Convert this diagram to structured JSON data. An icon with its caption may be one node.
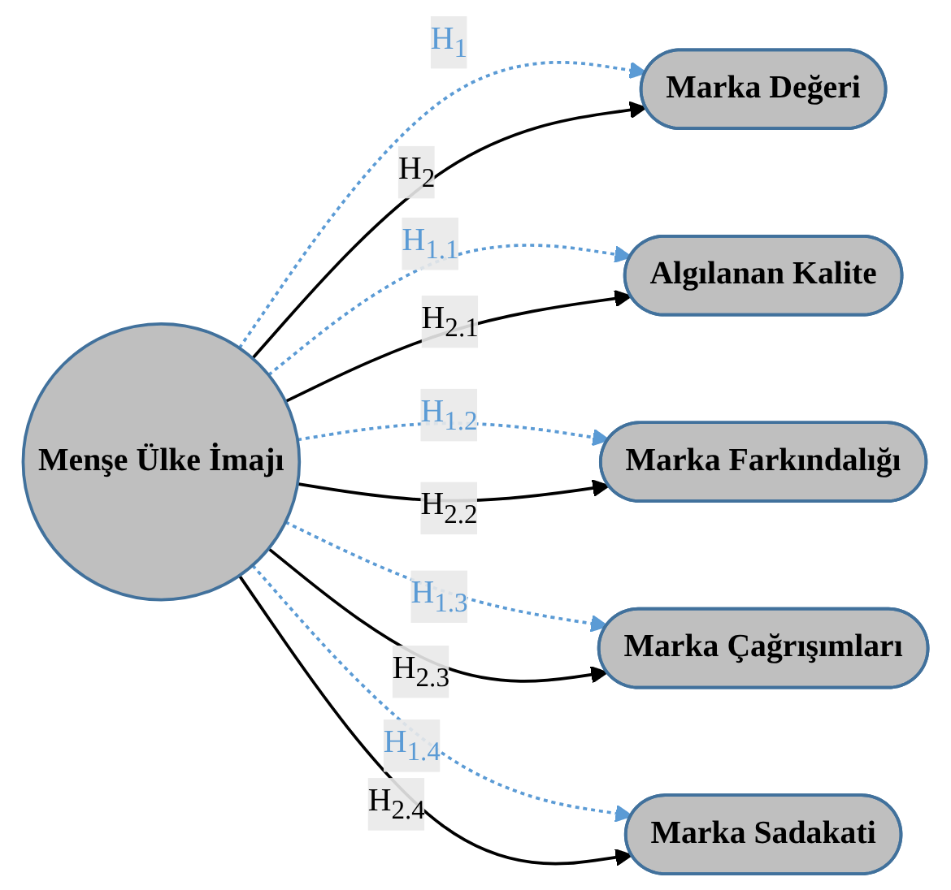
{
  "diagram": {
    "nodes": [
      {
        "text": [
          "Menşe Ülke İmajı"
        ]
      },
      {
        "text": [
          "Marka Değeri"
        ]
      },
      {
        "text": [
          "Algılanan Kalite"
        ]
      },
      {
        "text": [
          "Marka Farkındalığı"
        ]
      },
      {
        "text": [
          "Marka Çağrışımları"
        ]
      },
      {
        "text": [
          "Marka Sadakati"
        ]
      }
    ],
    "edges": [
      {
        "from": 0,
        "to": 1,
        "arrow": "to",
        "label": "H$_{1}$",
        "style": "dashed",
        "color": "#5b9bd5"
      },
      {
        "from": 0,
        "to": 1,
        "arrow": "to",
        "label": "H$_{2}$",
        "color": "#000000"
      },
      {
        "from": 0,
        "to": 2,
        "arrow": "to",
        "label": "H$_{1.1}$",
        "style": "dashed",
        "color": "#5b9bd5"
      },
      {
        "from": 0,
        "to": 2,
        "arrow": "to",
        "label": "H$_{2.1}$",
        "color": "#000000"
      },
      {
        "from": 0,
        "to": 3,
        "arrow": "to",
        "label": "H$_{1.2}$",
        "style": "dashed",
        "color": "#5b9bd5"
      },
      {
        "from": 0,
        "to": 3,
        "arrow": "to",
        "label": "H$_{2.2}$",
        "color": "#000000"
      },
      {
        "from": 0,
        "to": 4,
        "arrow": "to",
        "label": "H$_{1.3}$",
        "style": "dashed",
        "color": "#5b9bd5"
      },
      {
        "from": 0,
        "to": 4,
        "arrow": "to",
        "label": "H$_{2.3}$",
        "color": "#000000"
      },
      {
        "from": 0,
        "to": 5,
        "arrow": "to",
        "label": "H$_{1.4}$",
        "style": "dashed",
        "color": "#5b9bd5"
      },
      {
        "from": 0,
        "to": 5,
        "arrow": "to",
        "label": "H$_{2.4}$",
        "color": "#000000"
      }
    ]
  }
}
